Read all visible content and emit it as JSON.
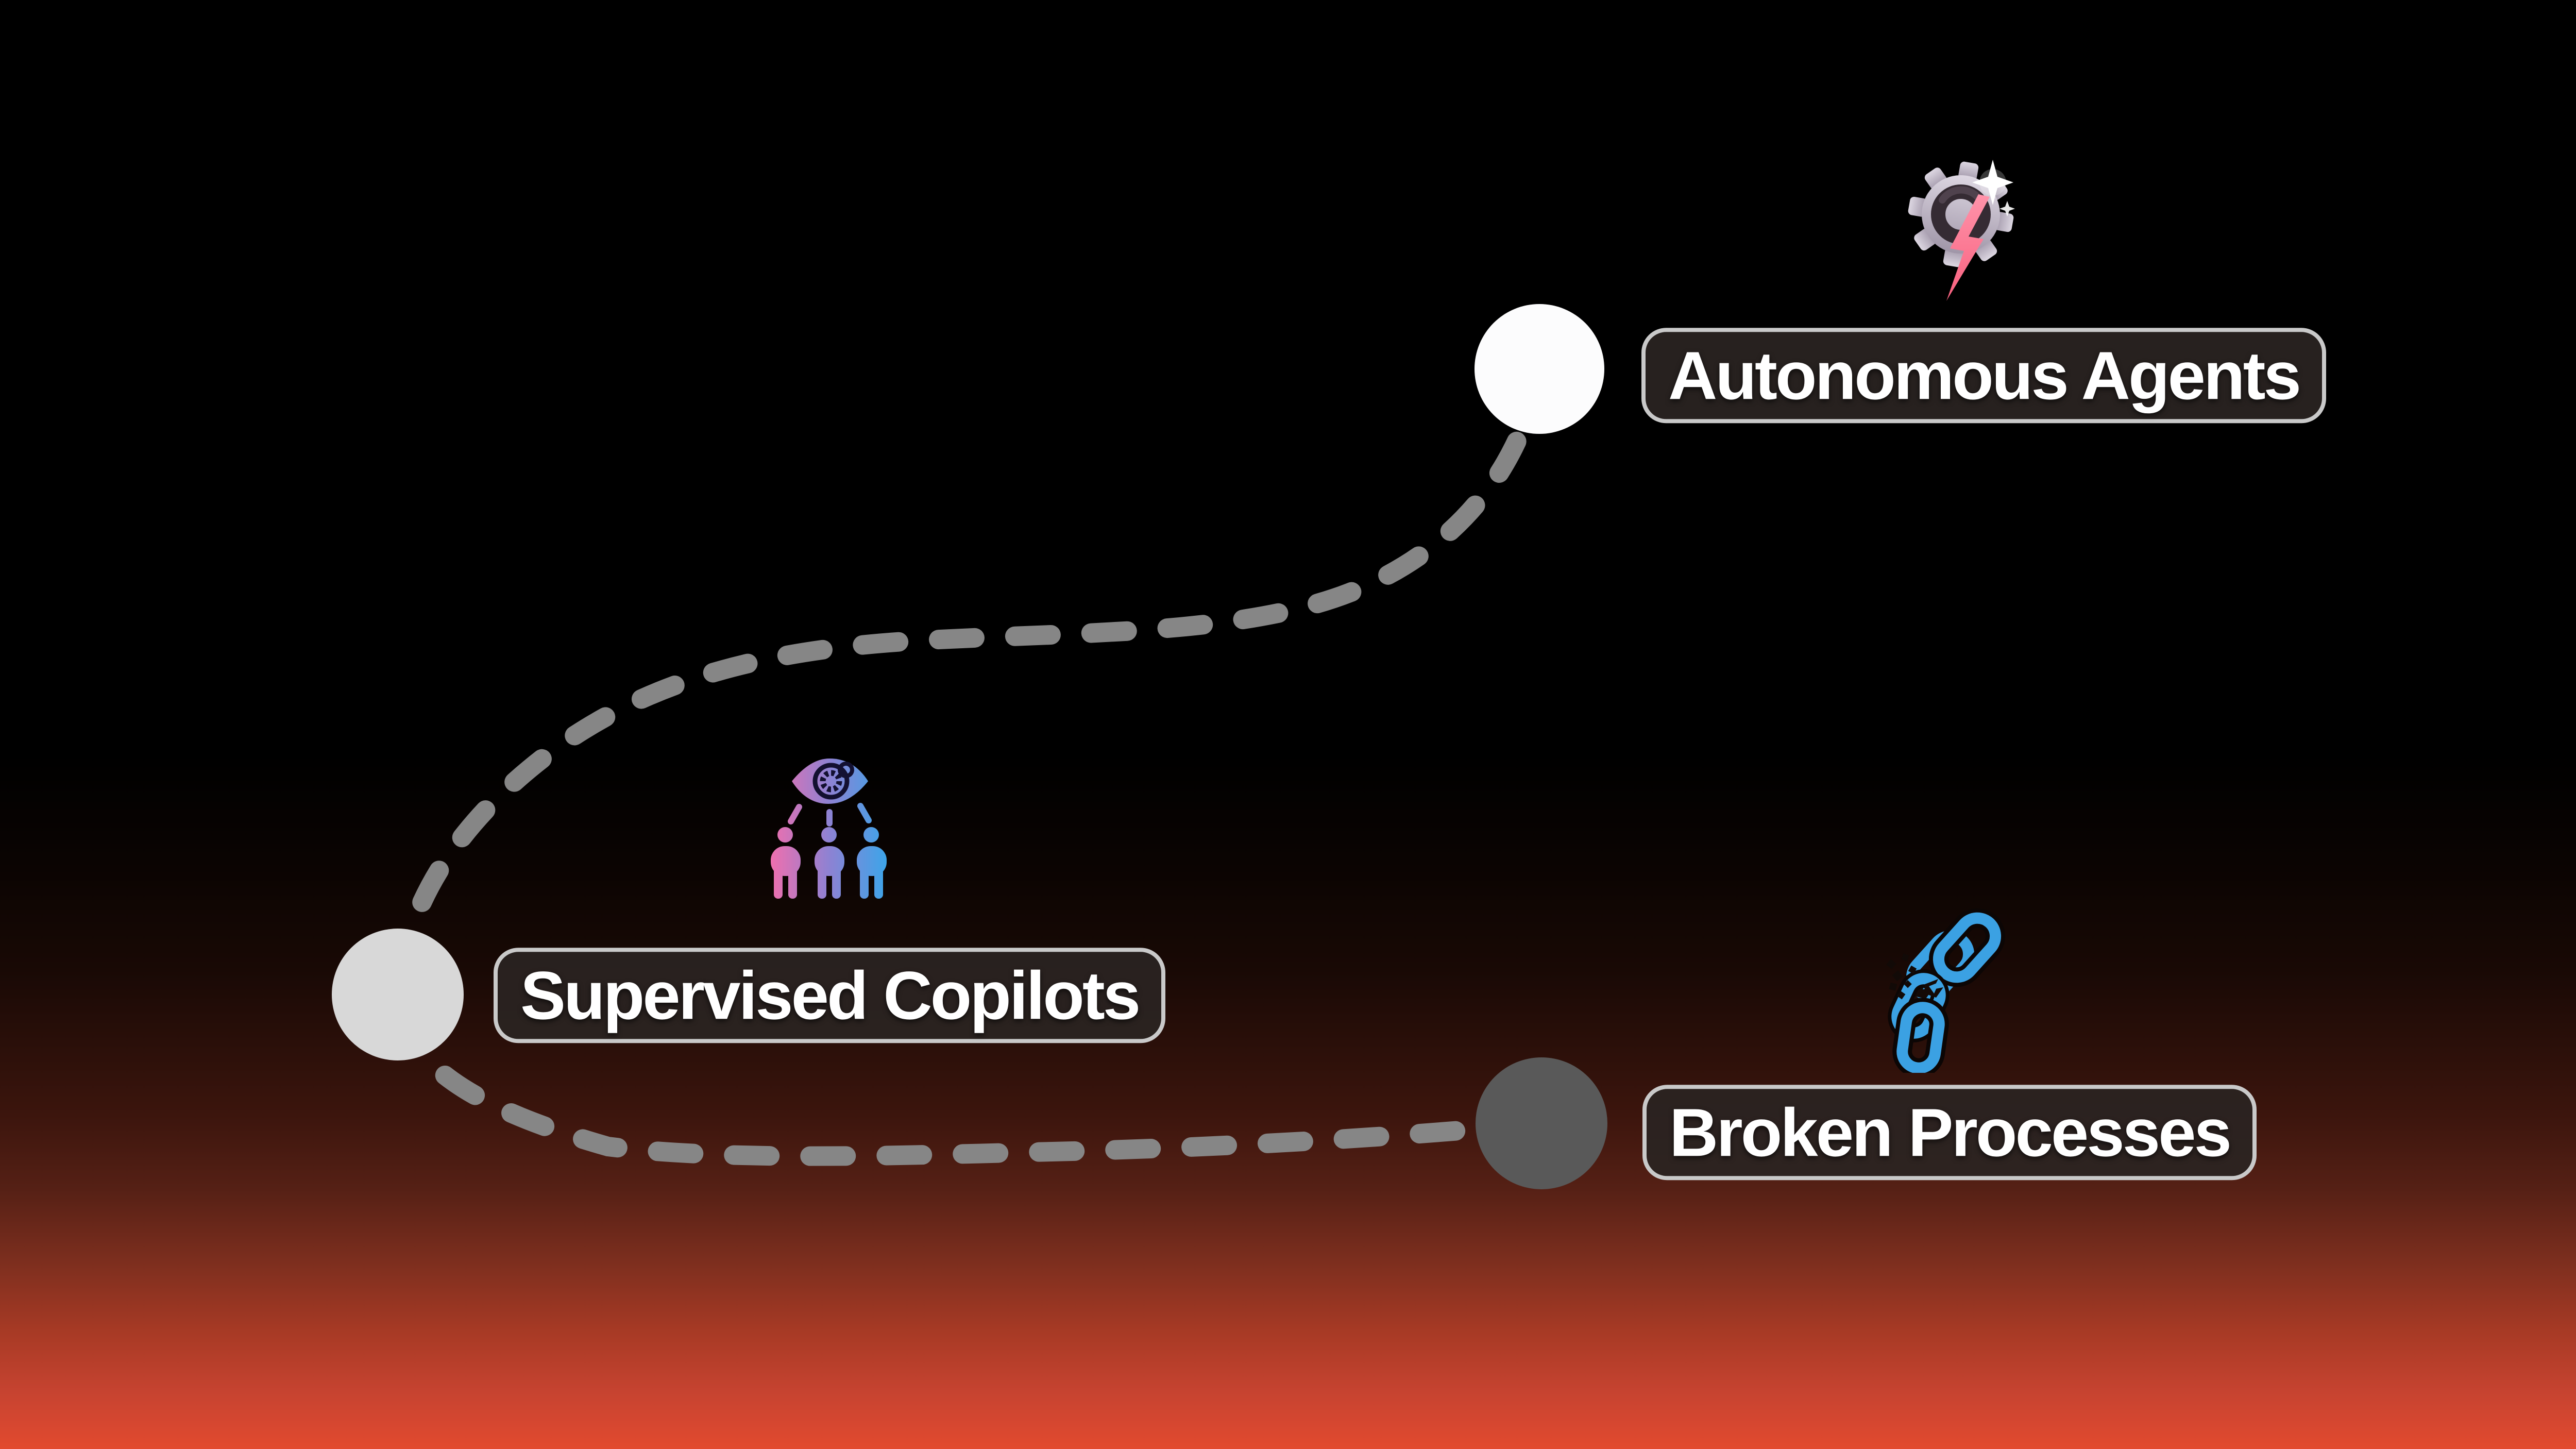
{
  "diagram": {
    "description": "Journey path from Broken Processes to Supervised Copilots to Autonomous Agents",
    "background": {
      "top_color": "#000000",
      "bottom_color": "#e24a2f"
    },
    "path": {
      "style": "dashed",
      "color": "#868686"
    },
    "label_style": {
      "fill": "rgba(42,36,34,0.92)",
      "border_color": "#c9c9c9",
      "text_color": "#ffffff"
    }
  },
  "stages": [
    {
      "id": "broken-processes",
      "label": "Broken Processes",
      "icon": "broken-chain-icon",
      "icon_color": "#3ba1e3",
      "dot_color": "#595959",
      "position": "bottom-right"
    },
    {
      "id": "supervised-copilots",
      "label": "Supervised Copilots",
      "icon": "eye-supervision-icon",
      "icon_colors": [
        "#ef6fae",
        "#8d82d3",
        "#3aa6ea"
      ],
      "dot_color": "#d8d8d8",
      "position": "middle-left"
    },
    {
      "id": "autonomous-agents",
      "label": "Autonomous Agents",
      "icon": "gear-lightning-icon",
      "icon_colors": [
        "#cfc8d4",
        "#fb7490",
        "#ffffff"
      ],
      "dot_color": "#fcfcfd",
      "position": "top-right"
    }
  ]
}
